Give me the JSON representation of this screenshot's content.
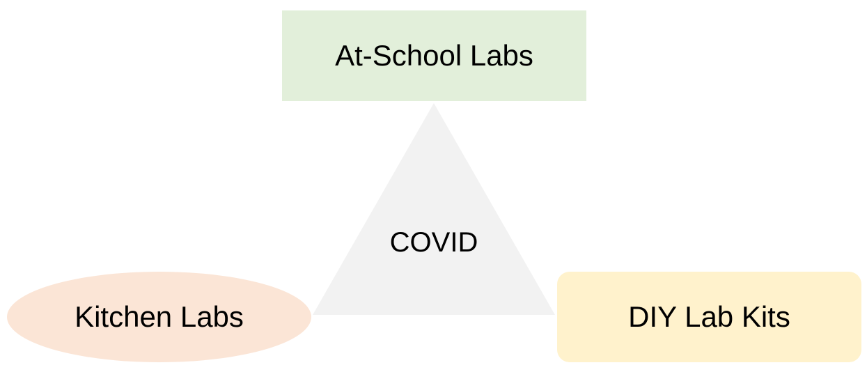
{
  "diagram": {
    "center": {
      "label": "COVID",
      "color": "#f2f2f2"
    },
    "nodes": {
      "top": {
        "label": "At-School Labs",
        "color": "#e2efda"
      },
      "left": {
        "label": "Kitchen Labs",
        "color": "#fbe5d6"
      },
      "right": {
        "label": "DIY Lab Kits",
        "color": "#fff2cc"
      }
    }
  }
}
